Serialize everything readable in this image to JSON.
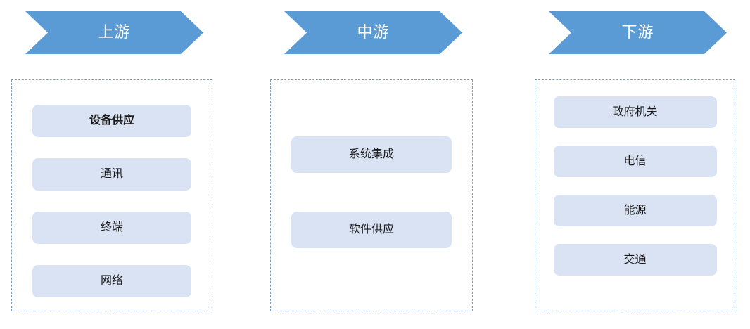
{
  "diagram": {
    "title": "industry-chain-flow",
    "columns": [
      {
        "id": "upstream",
        "header": "上游",
        "items": [
          {
            "label": "设备供应",
            "bold": true
          },
          {
            "label": "通讯",
            "bold": false
          },
          {
            "label": "终端",
            "bold": false
          },
          {
            "label": "网络",
            "bold": false
          }
        ]
      },
      {
        "id": "midstream",
        "header": "中游",
        "items": [
          {
            "label": "系统集成",
            "bold": false
          },
          {
            "label": "软件供应",
            "bold": false
          }
        ]
      },
      {
        "id": "downstream",
        "header": "下游",
        "items": [
          {
            "label": "政府机关",
            "bold": false
          },
          {
            "label": "电信",
            "bold": false
          },
          {
            "label": "能源",
            "bold": false
          },
          {
            "label": "交通",
            "bold": false
          }
        ]
      }
    ],
    "colors": {
      "arrow_fill": "#5b9bd5",
      "arrow_text": "#ffffff",
      "item_fill": "#dae3f3",
      "item_text": "#1a1a1a",
      "container_border": "#7c9dbb",
      "background": "#ffffff"
    }
  }
}
